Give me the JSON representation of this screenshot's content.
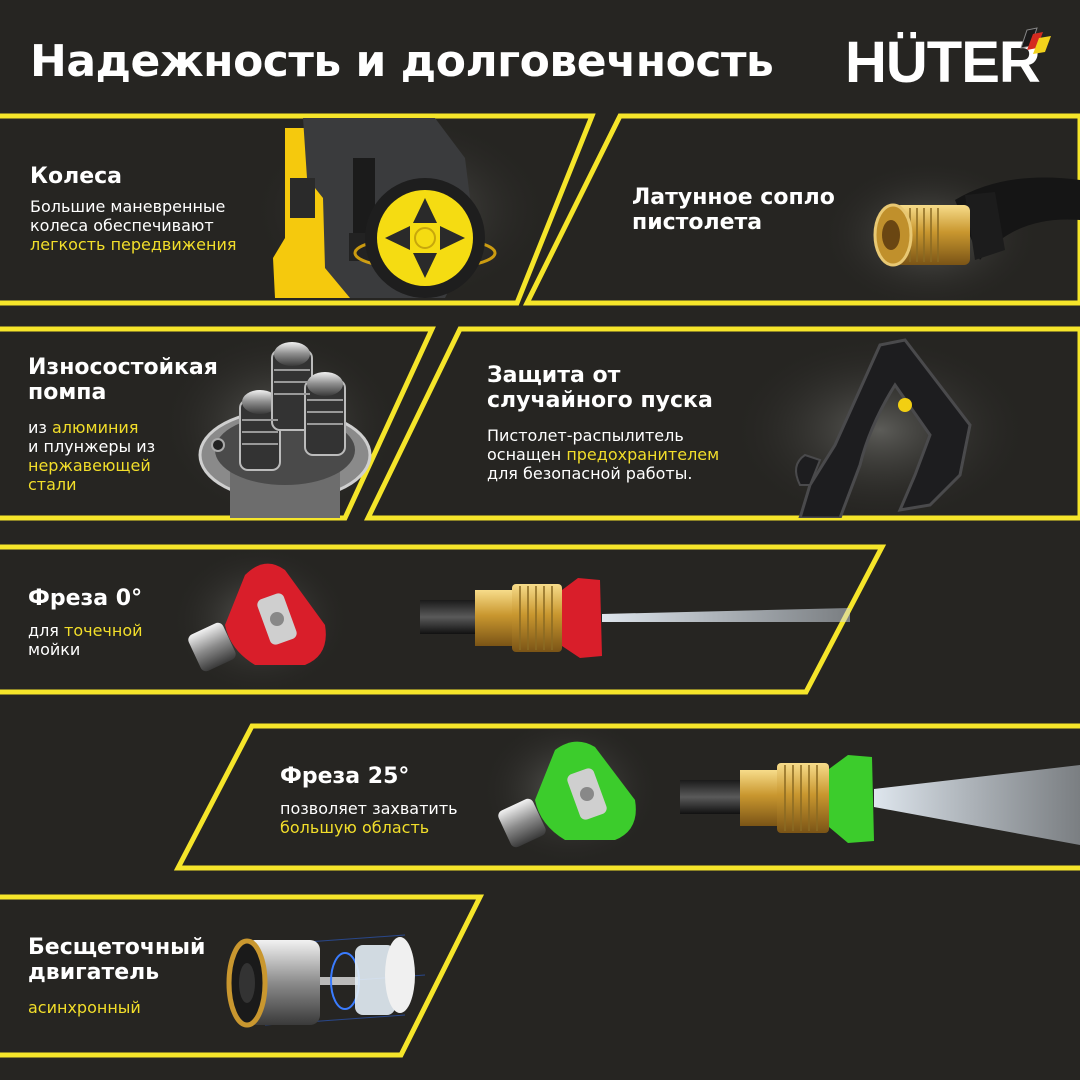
{
  "header": {
    "title": "Надежность и долговечность",
    "brand": "HÜTER"
  },
  "colors": {
    "background": "#262522",
    "frame_yellow": "#f5e52a",
    "highlight_yellow": "#f2de2a",
    "text_white": "#ffffff"
  },
  "features": [
    {
      "title": "Колеса",
      "desc_lines": [
        "Большие маневренные",
        "колеса обеспечивают"
      ],
      "highlight": "легкость передвижения",
      "image": "pressure-washer-wheel"
    },
    {
      "title_lines": [
        "Латунное сопло",
        "пистолета"
      ],
      "image": "brass-quick-coupler"
    },
    {
      "title_lines": [
        "Износостойкая",
        "помпа"
      ],
      "desc_prefix": "из ",
      "highlight_1": "алюминия",
      "desc_mid": "и плунжеры из",
      "highlight_2_lines": [
        "нержавеющей",
        "стали"
      ],
      "image": "pump-pistons"
    },
    {
      "title_lines": [
        "Защита от",
        "случайного пуска"
      ],
      "desc_line1": "Пистолет-распылитель",
      "desc_line2_prefix": "оснащен ",
      "highlight": "предохранителем",
      "desc_line3": "для безопасной работы.",
      "image": "spray-gun-handle"
    },
    {
      "title": "Фреза 0°",
      "desc_prefix": "для ",
      "highlight": "точечной",
      "desc_line2": "мойки",
      "image": "red-nozzle-0-degree"
    },
    {
      "title": "Фреза 25°",
      "desc_line1": "позволяет захватить",
      "highlight": "большую область",
      "image": "green-nozzle-25-degree"
    },
    {
      "title_lines": [
        "Бесщеточный",
        "двигатель"
      ],
      "highlight": "асинхронный",
      "image": "brushless-motor"
    }
  ]
}
